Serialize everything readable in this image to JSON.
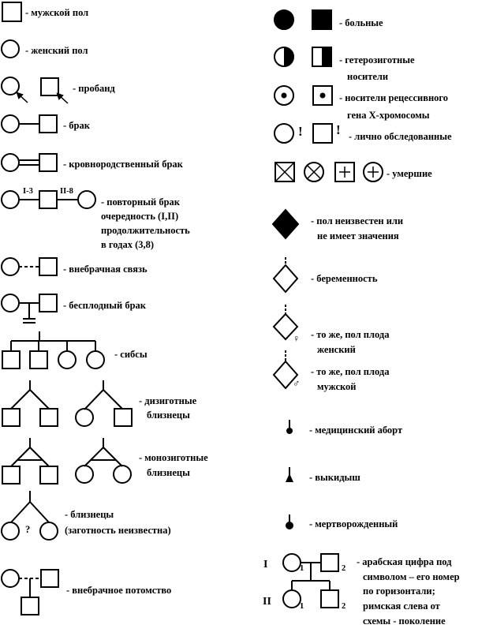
{
  "left": {
    "male": "- мужской пол",
    "female": "- женский пол",
    "proband": "- пробанд",
    "marriage": "- брак",
    "consanguineous": "- кровнородственный брак",
    "repeat": {
      "line1": "- повторный брак",
      "line2": "очередность (I,II)",
      "line3": "продолжительность",
      "line4": "в годах (3,8)",
      "tag_a": "I-3",
      "tag_b": "II-8"
    },
    "extramarital": "- внебрачная связь",
    "childless": "- бесплодный брак",
    "sibs": "- сибсы",
    "dizygotic": {
      "line1": "- дизиготные",
      "line2": "близнецы"
    },
    "monozygotic": {
      "line1": "- монозиготные",
      "line2": "близнецы"
    },
    "twins_unknown": {
      "line1": "- близнецы",
      "line2": "(заготность неизвестна)",
      "mark": "?"
    },
    "illegitimate": "- внебрачное потомство"
  },
  "right": {
    "affected": "- больные",
    "heterozygous": {
      "line1": "- гетерозиготные",
      "line2": "носители"
    },
    "xcarriers": {
      "line1": "- носители рецессивного",
      "line2": "гена Х-хромосомы"
    },
    "examined": {
      "line1": "- лично обследованные",
      "mark": "!"
    },
    "deceased": "- умершие",
    "sex_unknown": {
      "line1": "- пол неизвестен  или",
      "line2": "не имеет значения"
    },
    "pregnancy": "- беременность",
    "preg_female": {
      "line1": "- то же, пол плода",
      "line2": "женский",
      "symbol": "♀"
    },
    "preg_male": {
      "line1": "- то же, пол плода",
      "line2": "мужской",
      "symbol": "♂"
    },
    "abortion": "- медицинский аборт",
    "miscarriage": "- выкидыш",
    "stillborn": "- мертворожденный",
    "numbering": {
      "line1": "- арабская цифра под",
      "line2": "символом – его номер",
      "line3": "по горизонтали;",
      "line4": "римская слева от",
      "line5": "схемы - поколение",
      "gen1": "I",
      "gen2": "II",
      "n1": "1",
      "n2": "2"
    }
  }
}
